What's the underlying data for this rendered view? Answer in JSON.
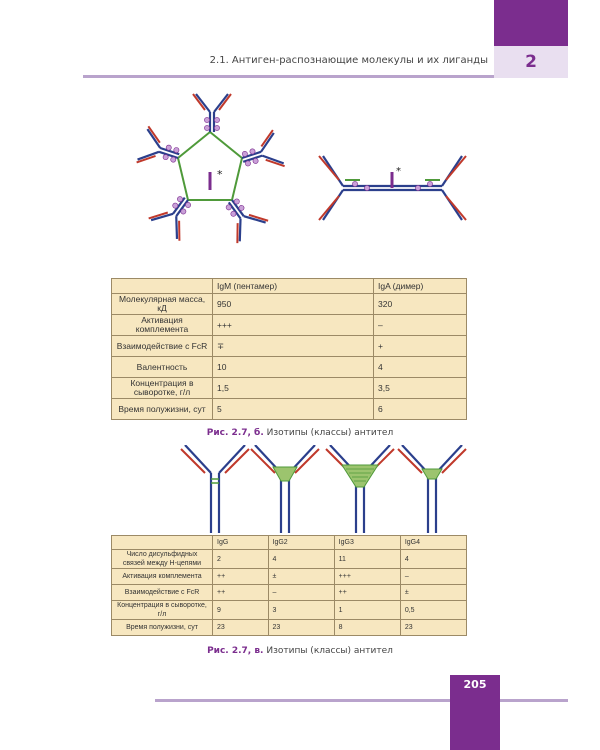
{
  "header": {
    "running_title": "2.1. Антиген-распознающие молекулы и их лиганды",
    "chapter_number": "2"
  },
  "figure_b": {
    "asterisk": "*",
    "table": {
      "columns": [
        "",
        "IgM (пентамер)",
        "IgA (димер)"
      ],
      "rows": [
        {
          "label": "Молекулярная масса, кД",
          "igm": "950",
          "iga": "320"
        },
        {
          "label": "Активация комплемента",
          "igm": "+++",
          "iga": "–"
        },
        {
          "label": "Взаимодействие с FcR",
          "igm": "∓",
          "iga": "+"
        },
        {
          "label": "Валентность",
          "igm": "10",
          "iga": "4"
        },
        {
          "label": "Концентрация в сыворотке, г/л",
          "igm": "1,5",
          "iga": "3,5"
        },
        {
          "label": "Время полужизни, сут",
          "igm": "5",
          "iga": "6"
        }
      ]
    },
    "caption_label": "Рис. 2.7, б.",
    "caption_text": "Изотипы (классы) антител"
  },
  "figure_v": {
    "table": {
      "columns": [
        "",
        "IgG",
        "IgG2",
        "IgG3",
        "IgG4"
      ],
      "rows": [
        {
          "label": "Число дисульфидных связей между Н-цепями",
          "values": [
            "2",
            "4",
            "11",
            "4"
          ]
        },
        {
          "label": "Активация комплемента",
          "values": [
            "++",
            "±",
            "+++",
            "–"
          ]
        },
        {
          "label": "Взаимодействие с FcR",
          "values": [
            "++",
            "–",
            "++",
            "±"
          ]
        },
        {
          "label": "Концентрация в сыворотке, г/л",
          "values": [
            "9",
            "3",
            "1",
            "0,5"
          ]
        },
        {
          "label": "Время полужизни, сут",
          "values": [
            "23",
            "23",
            "8",
            "23"
          ]
        }
      ]
    },
    "caption_label": "Рис. 2.7, в.",
    "caption_text": "Изотипы (классы) антител"
  },
  "footer": {
    "page_number": "205"
  },
  "colors": {
    "accent": "#7b2d8e",
    "accent_light": "#b9a3cc",
    "table_fill": "#f7e7c0",
    "heavy_chain": "#2b3f8c",
    "light_chain": "#c0392b",
    "hinge": "#4f9a3a",
    "j_chain": "#7b2d8e",
    "glycan": "#c9a0d8"
  }
}
